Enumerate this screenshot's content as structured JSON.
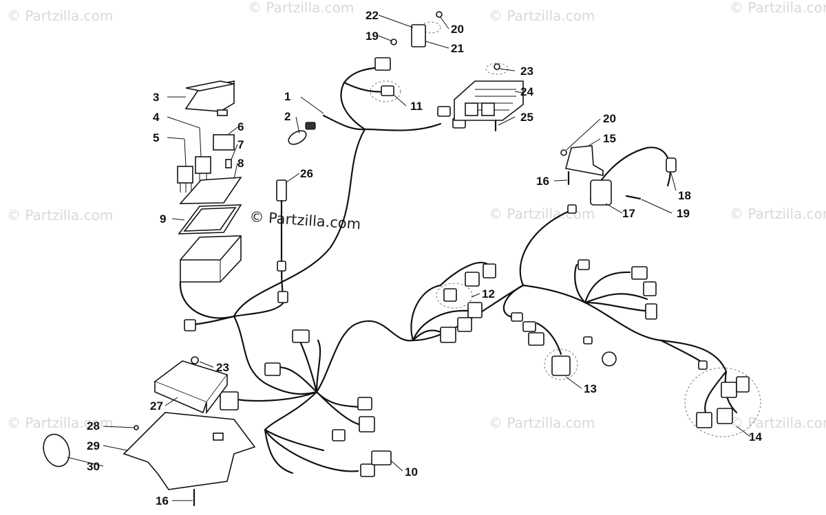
{
  "watermark": "© Partzilla.com",
  "watermark_main": "© Partzilla.com",
  "callouts": {
    "c1": "1",
    "c2": "2",
    "c3": "3",
    "c4": "4",
    "c5": "5",
    "c6": "6",
    "c7": "7",
    "c8": "8",
    "c9": "9",
    "c10": "10",
    "c11": "11",
    "c12": "12",
    "c13": "13",
    "c14": "14",
    "c15": "15",
    "c16a": "16",
    "c16b": "16",
    "c17": "17",
    "c18": "18",
    "c19a": "19",
    "c19b": "19",
    "c20a": "20",
    "c20b": "20",
    "c21": "21",
    "c22": "22",
    "c23a": "23",
    "c23b": "23",
    "c24": "24",
    "c25": "25",
    "c26": "26",
    "c27": "27",
    "c28": "28",
    "c29": "29",
    "c30": "30"
  }
}
